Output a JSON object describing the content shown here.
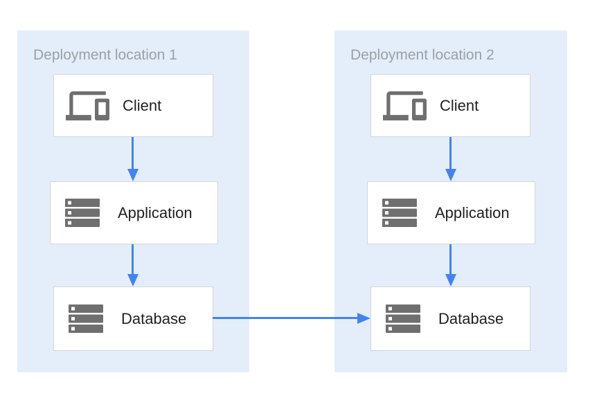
{
  "locations": [
    {
      "title": "Deployment location 1",
      "nodes": [
        {
          "label": "Client",
          "icon": "devices-icon"
        },
        {
          "label": "Application",
          "icon": "server-stack-icon"
        },
        {
          "label": "Database",
          "icon": "server-stack-icon"
        }
      ]
    },
    {
      "title": "Deployment location 2",
      "nodes": [
        {
          "label": "Client",
          "icon": "devices-icon"
        },
        {
          "label": "Application",
          "icon": "server-stack-icon"
        },
        {
          "label": "Database",
          "icon": "server-stack-icon"
        }
      ]
    }
  ],
  "connections": [
    {
      "from": "client-1",
      "to": "application-1",
      "direction": "down"
    },
    {
      "from": "application-1",
      "to": "database-1",
      "direction": "down"
    },
    {
      "from": "client-2",
      "to": "application-2",
      "direction": "down"
    },
    {
      "from": "application-2",
      "to": "database-2",
      "direction": "down"
    },
    {
      "from": "database-1",
      "to": "database-2",
      "direction": "right"
    }
  ],
  "colors": {
    "page-bg": "#ffffff",
    "panel-bg": "#e4eefa",
    "arrow": "#4283f3",
    "icon": "#6f6f6f",
    "panel-title": "#9aa0a6",
    "node-label": "#212121",
    "box-border": "#d5d5d5",
    "box-bg": "#ffffff"
  }
}
